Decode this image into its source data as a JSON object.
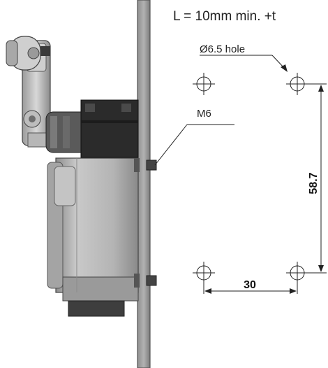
{
  "diagram": {
    "title_text": "L = 10mm min. +t",
    "hole_label": "Ø6.5 hole",
    "thread_label": "M6",
    "dim_vertical": "58.7",
    "dim_horizontal": "30"
  }
}
